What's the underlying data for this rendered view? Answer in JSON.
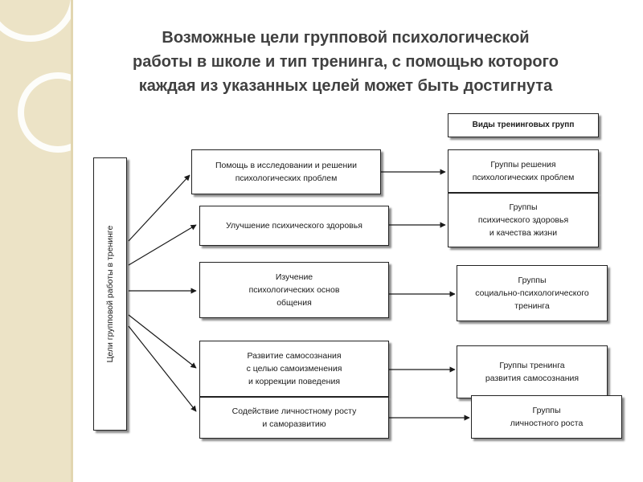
{
  "title": {
    "lines": [
      "Возможные цели групповой психологической",
      "работы в школе и тип тренинга, с помощью которого",
      "каждая из указанных целей может быть достигнута"
    ]
  },
  "left_label": "Цели групповой работы в тренинге",
  "header": "Виды тренинговых групп",
  "goals": [
    {
      "lines": [
        "Помощь в исследовании и решении",
        "психологических проблем"
      ]
    },
    {
      "lines": [
        "Улучшение психического здоровья"
      ]
    },
    {
      "lines": [
        "Изучение",
        "психологических основ",
        "общения"
      ]
    },
    {
      "lines": [
        "Развитие самосознания",
        "с целью самоизменения",
        "и коррекции поведения"
      ]
    },
    {
      "lines": [
        "Содействие личностному росту",
        "и саморазвитию"
      ]
    }
  ],
  "groups": [
    {
      "lines": [
        "Группы решения",
        "психологических проблем"
      ]
    },
    {
      "lines": [
        "Группы",
        "психического здоровья",
        "и качества жизни"
      ]
    },
    {
      "lines": [
        "Группы",
        "социально-психологического",
        "тренинга"
      ]
    },
    {
      "lines": [
        "Группы тренинга",
        "развития самосознания"
      ]
    },
    {
      "lines": [
        "Группы",
        "личностного роста"
      ]
    }
  ],
  "colors": {
    "sidebar": "#ece3c6",
    "title_text": "#404040",
    "arrow": "#1a1a1a"
  }
}
